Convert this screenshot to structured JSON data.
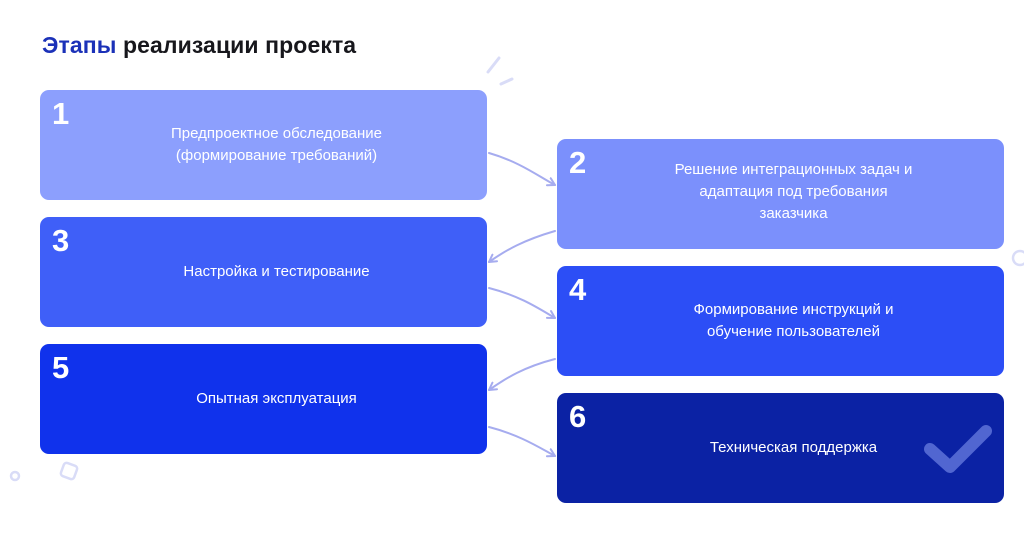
{
  "title": {
    "accent": "Этапы",
    "rest": " реализации проекта"
  },
  "colors": {
    "title_accent": "#1b31b8",
    "title_text": "#17171c",
    "arrow": "#a6acef",
    "step_1": "#8c9ffd",
    "step_2": "#7b90fc",
    "step_3": "#3f5ff8",
    "step_4": "#2c4ef6",
    "step_5": "#1032ec",
    "step_6": "#0b22a4"
  },
  "steps": [
    {
      "number": "1",
      "text": "Предпроектное обследование\n(формирование требований)"
    },
    {
      "number": "2",
      "text": "Решение интеграционных задач и\nадаптация под требования\nзаказчика"
    },
    {
      "number": "3",
      "text": "Настройка и тестирование"
    },
    {
      "number": "4",
      "text": "Формирование инструкций и\nобучение пользователей"
    },
    {
      "number": "5",
      "text": "Опытная эксплуатация"
    },
    {
      "number": "6",
      "text": "Техническая поддержка"
    }
  ],
  "icons": {
    "final_step": "checkmark-icon"
  }
}
